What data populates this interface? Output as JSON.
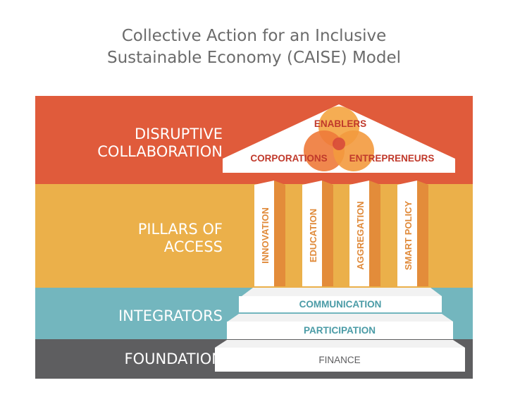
{
  "title": {
    "line1": "Collective Action for an Inclusive",
    "line2": "Sustainable Economy (CAISE) Model"
  },
  "bands": {
    "disruptive": {
      "line1": "DISRUPTIVE",
      "line2": "COLLABORATION"
    },
    "pillars": {
      "line1": "PILLARS OF",
      "line2": "ACCESS"
    },
    "integrators": {
      "label": "INTEGRATORS"
    },
    "foundation": {
      "label": "FOUNDATION"
    }
  },
  "venn": {
    "top": "ENABLERS",
    "left": "CORPORATIONS",
    "right": "ENTREPRENEURS"
  },
  "pillars": [
    "INNOVATION",
    "EDUCATION",
    "AGGREGATION",
    "SMART POLICY"
  ],
  "steps": {
    "top": "COMMUNICATION",
    "middle": "PARTICIPATION",
    "bottom": "FINANCE"
  },
  "colors": {
    "disruptive": "#e05b3b",
    "pillars": "#ebb04a",
    "integrators": "#73b6be",
    "foundation": "#5e5e60",
    "title_text": "#6b6b6b",
    "venn_text": "#c0392b",
    "pillar_text": "#e08a3a",
    "step_text": "#4a9ba6"
  }
}
